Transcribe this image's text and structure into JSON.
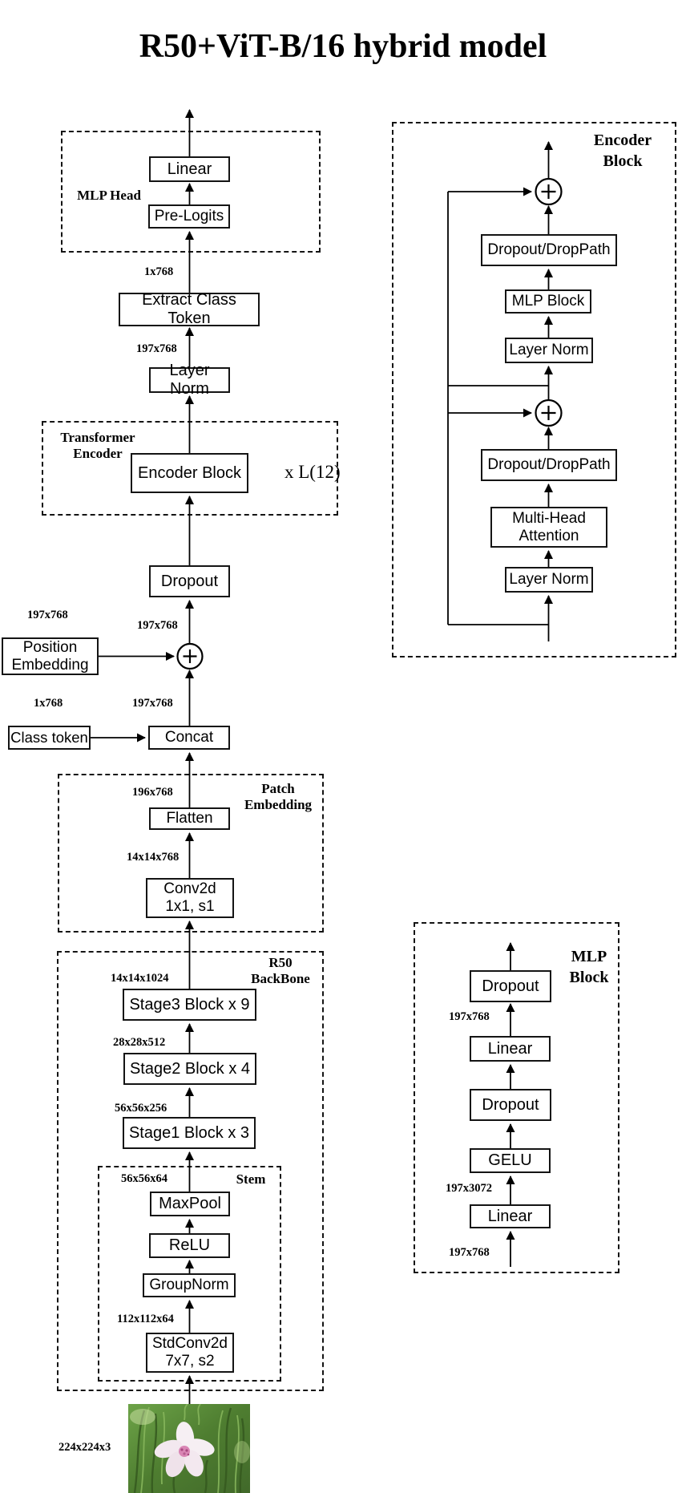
{
  "title": "R50+ViT-B/16 hybrid model",
  "main": {
    "mlp_head_label": "MLP Head",
    "linear": "Linear",
    "pre_logits": "Pre-Logits",
    "extract_class_token": "Extract Class Token",
    "layer_norm": "Layer Norm",
    "transformer_label1": "Transformer",
    "transformer_label2": "Encoder",
    "encoder_block": "Encoder Block",
    "repeat": "x L(12)",
    "dropout": "Dropout",
    "position_embedding1": "Position",
    "position_embedding2": "Embedding",
    "class_token": "Class token",
    "concat": "Concat",
    "patch_label1": "Patch",
    "patch_label2": "Embedding",
    "flatten": "Flatten",
    "conv2d1": "Conv2d",
    "conv2d2": "1x1, s1",
    "r50_label1": "R50",
    "r50_label2": "BackBone",
    "stage3": "Stage3 Block x 9",
    "stage2": "Stage2 Block x 4",
    "stage1": "Stage1 Block x 3",
    "stem_label": "Stem",
    "maxpool": "MaxPool",
    "relu": "ReLU",
    "groupnorm": "GroupNorm",
    "stdconv2d1": "StdConv2d",
    "stdconv2d2": "7x7, s2"
  },
  "dims": {
    "extract_out": "1x768",
    "encoder_out": "197x768",
    "embedded": "197x768",
    "position": "197x768",
    "cls": "1x768",
    "concat_out": "197x768",
    "flatten_out": "196x768",
    "conv_out": "14x14x768",
    "stage3_out": "14x14x1024",
    "stage2_out": "28x28x512",
    "stage1_out": "56x56x256",
    "stem_out": "56x56x64",
    "stdconv_out": "112x112x64",
    "input": "224x224x3"
  },
  "encoder_panel": {
    "title1": "Encoder",
    "title2": "Block",
    "droppath_top": "Dropout/DropPath",
    "mlp_block": "MLP Block",
    "layer_norm_top": "Layer Norm",
    "droppath_bottom": "Dropout/DropPath",
    "mha1": "Multi-Head",
    "mha2": "Attention",
    "layer_norm_bottom": "Layer Norm"
  },
  "mlp_panel": {
    "title1": "MLP",
    "title2": "Block",
    "dropout_top": "Dropout",
    "linear_top": "Linear",
    "dropout_mid": "Dropout",
    "gelu": "GELU",
    "linear_bottom": "Linear",
    "dim_out": "197x768",
    "dim_hidden": "197x3072",
    "dim_in": "197x768"
  },
  "colors": {
    "ink": "#000000",
    "background": "#ffffff"
  }
}
